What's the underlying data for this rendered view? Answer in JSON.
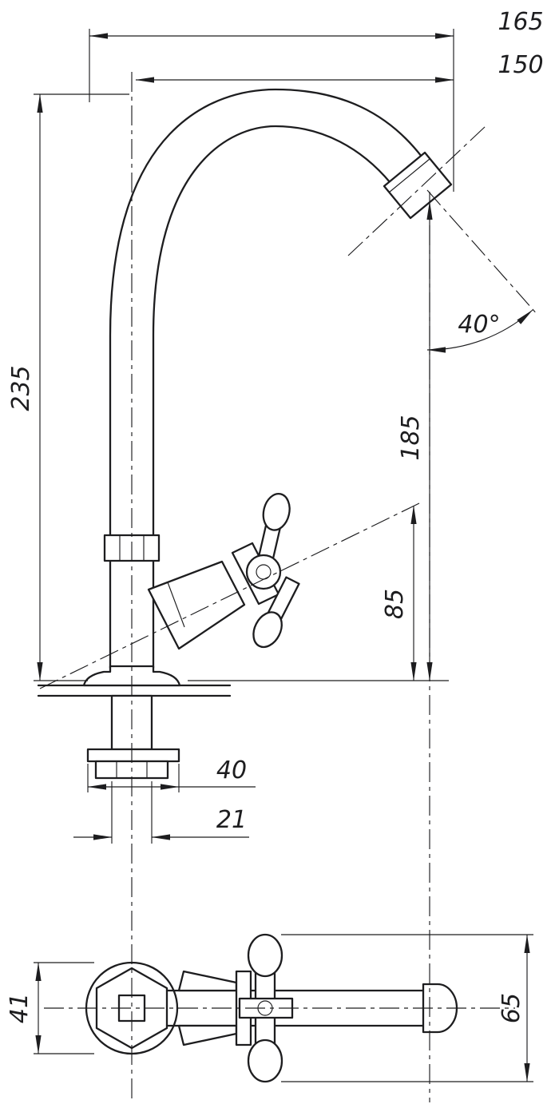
{
  "colors": {
    "ink": "#1d1d1f",
    "paper": "#ffffff"
  },
  "dims": {
    "d165": "165",
    "d150": "150",
    "d235": "235",
    "d185": "185",
    "d85": "85",
    "d40deg": "40°",
    "d40": "40",
    "d21": "21",
    "d41": "41",
    "d65": "65"
  }
}
